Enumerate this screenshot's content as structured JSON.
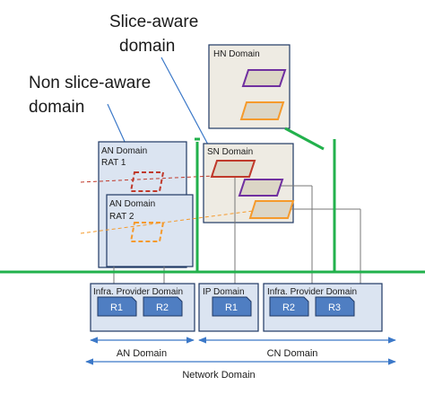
{
  "callouts": {
    "slice_aware_line1": "Slice-aware",
    "slice_aware_line2": "domain",
    "non_slice_aware_line1": "Non slice-aware",
    "non_slice_aware_line2": "domain"
  },
  "domains": {
    "hn": "HN Domain",
    "sn": "SN Domain",
    "an_rat1_line1": "AN Domain",
    "an_rat1_line2": "RAT 1",
    "an_rat2_line1": "AN Domain",
    "an_rat2_line2": "RAT 2",
    "infra_provider_an": "Infra. Provider Domain",
    "ip": "IP Domain",
    "infra_provider_cn": "Infra. Provider Domain"
  },
  "routers": {
    "an_r1": "R1",
    "an_r2": "R2",
    "ip_r1": "R1",
    "cn_r2": "R2",
    "cn_r3": "R3"
  },
  "bottom_labels": {
    "an_domain": "AN Domain",
    "cn_domain": "CN Domain",
    "network_domain": "Network Domain"
  },
  "colors": {
    "box_fill": "#dbe4f1",
    "box_border": "#1f3864",
    "hn_sn_fill": "#eeebe3",
    "router_fill": "#4f7ec2",
    "green": "#22b14c",
    "purple": "#7030a0",
    "orange": "#f59a2c",
    "red": "#c0392b"
  }
}
